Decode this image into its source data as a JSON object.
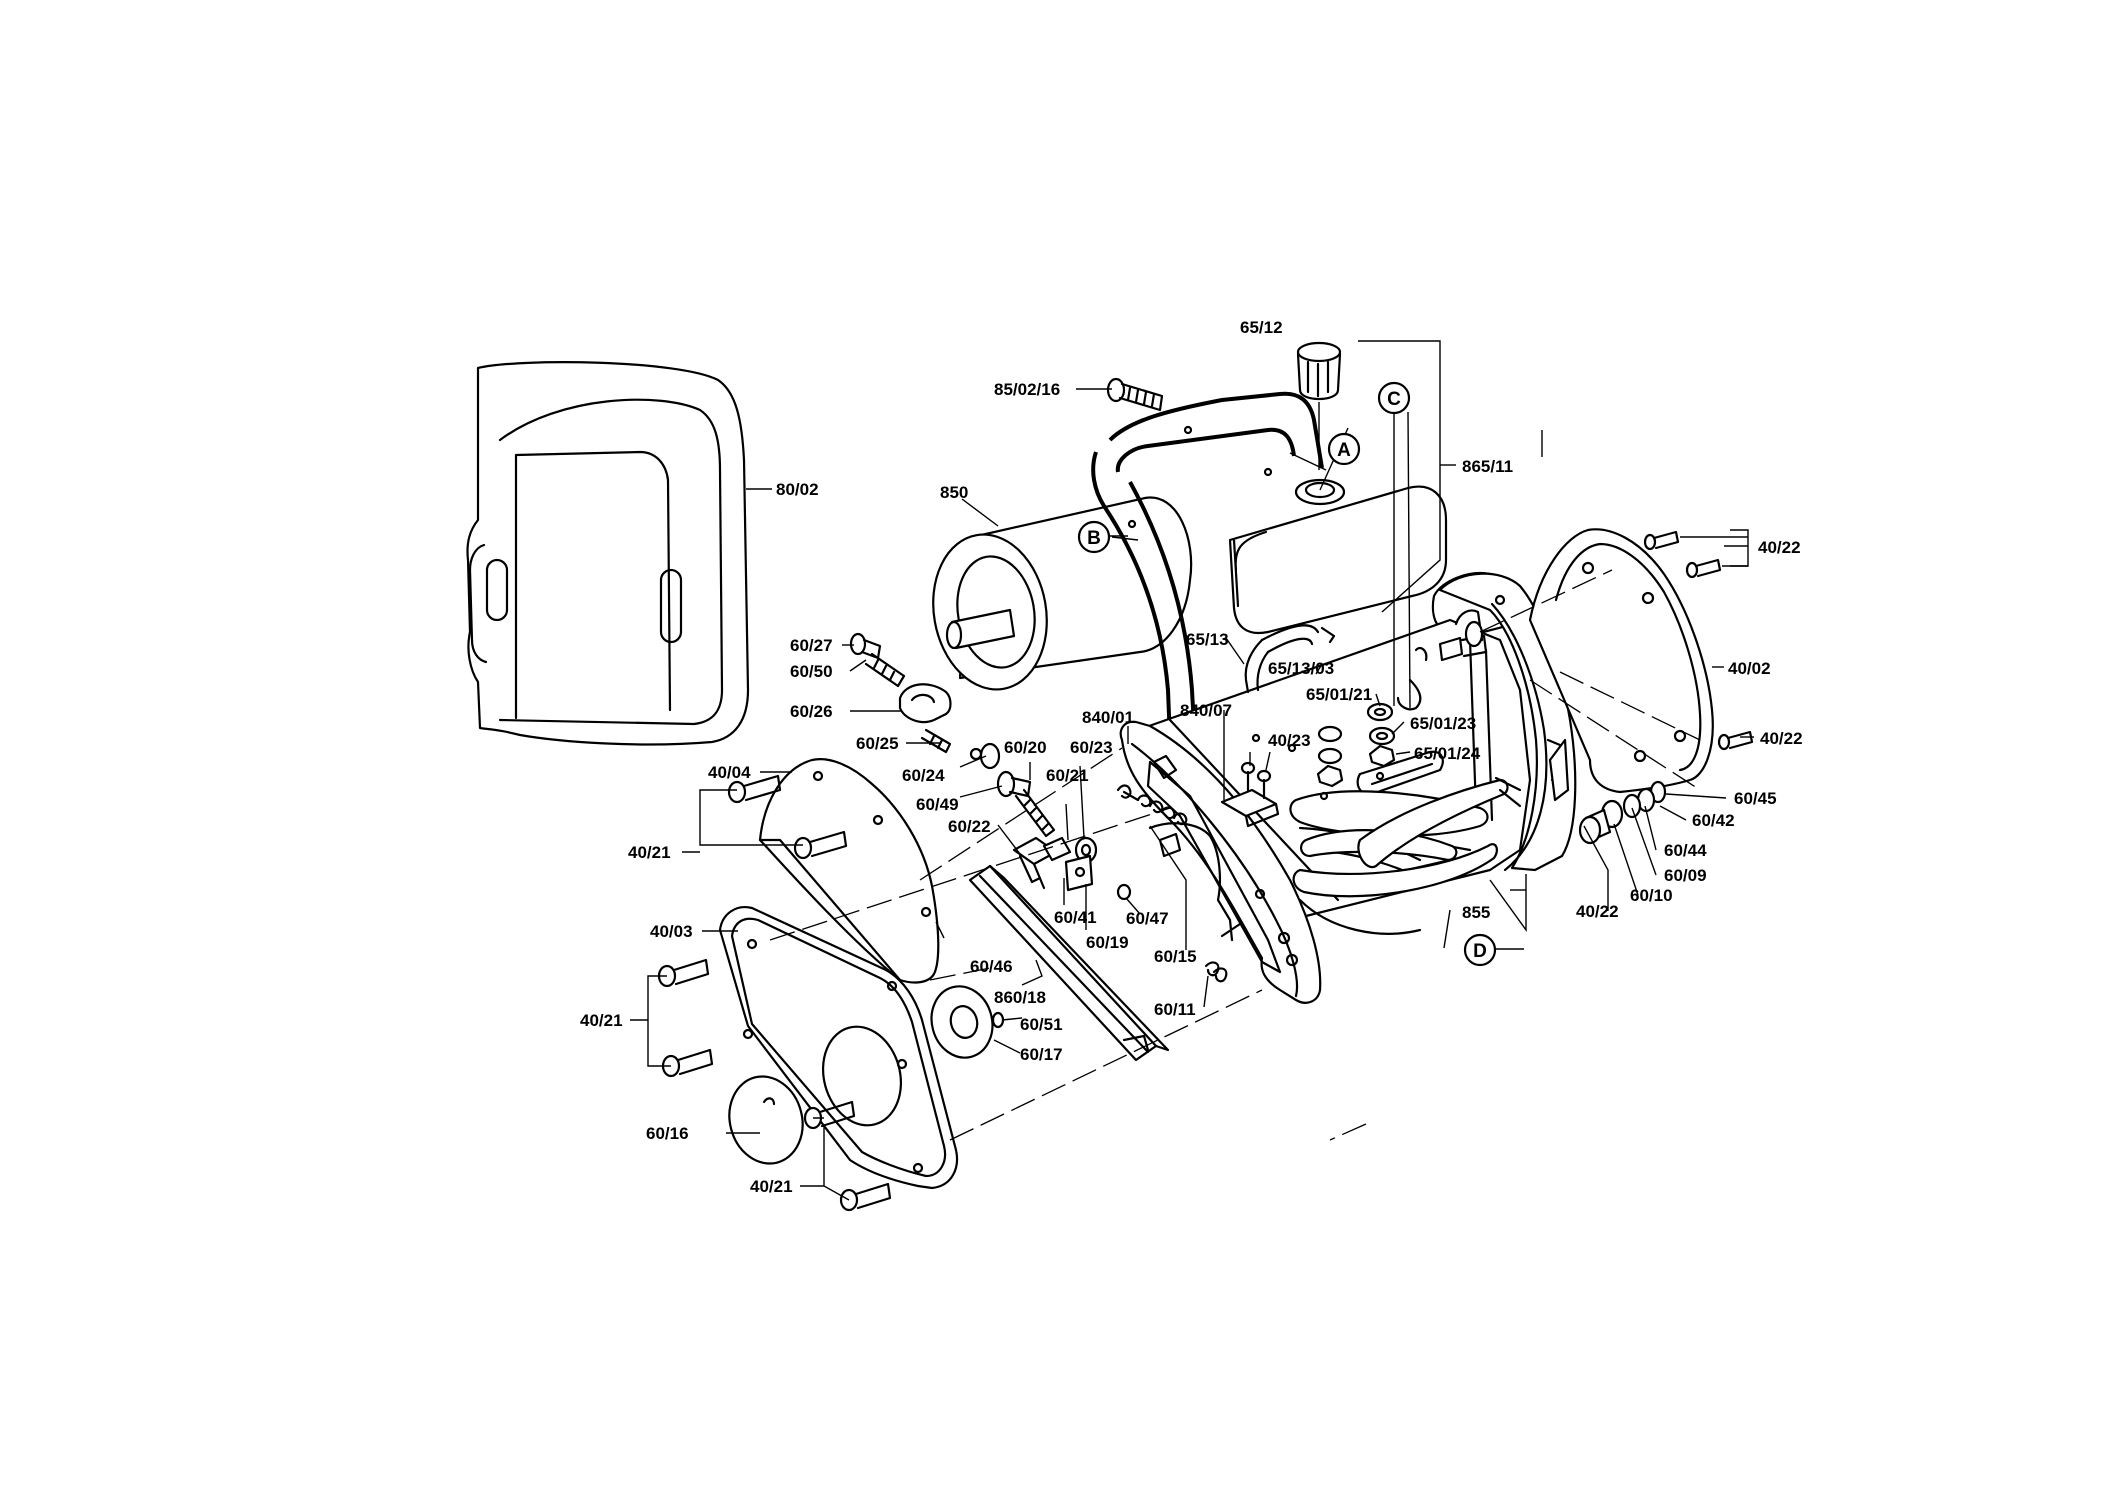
{
  "labels": {
    "p65_12": "65/12",
    "p85_02_16": "85/02/16",
    "p865_11": "865/11",
    "p80_02": "80/02",
    "p850": "850",
    "p40_22_top": "40/22",
    "p40_02": "40/02",
    "p40_22_mid": "40/22",
    "p65_13": "65/13",
    "p65_13_03": "65/13/03",
    "p65_01_21": "65/01/21",
    "p65_01_23": "65/01/23",
    "p65_01_24": "65/01/24",
    "p40_23": "40/23",
    "p840_07": "840/07",
    "p840_01": "840/01",
    "p60_27": "60/27",
    "p60_50": "60/50",
    "p60_26": "60/26",
    "p60_25": "60/25",
    "p60_24": "60/24",
    "p60_49": "60/49",
    "p60_20": "60/20",
    "p60_23": "60/23",
    "p60_21": "60/21",
    "p60_22": "60/22",
    "p60_41": "60/41",
    "p60_19": "60/19",
    "p60_47": "60/47",
    "p60_15": "60/15",
    "p60_11": "60/11",
    "p40_04": "40/04",
    "p40_21_a": "40/21",
    "p40_03": "40/03",
    "p40_21_b": "40/21",
    "p60_46": "60/46",
    "p860_18": "860/18",
    "p60_51": "60/51",
    "p60_17": "60/17",
    "p60_16": "60/16",
    "p40_21_c": "40/21",
    "p60_45": "60/45",
    "p60_42": "60/42",
    "p60_44": "60/44",
    "p60_09": "60/09",
    "p60_10": "60/10",
    "p40_22_bot": "40/22",
    "p855": "855"
  },
  "callouts": {
    "a": "A",
    "b": "B",
    "c": "C",
    "d": "D"
  }
}
